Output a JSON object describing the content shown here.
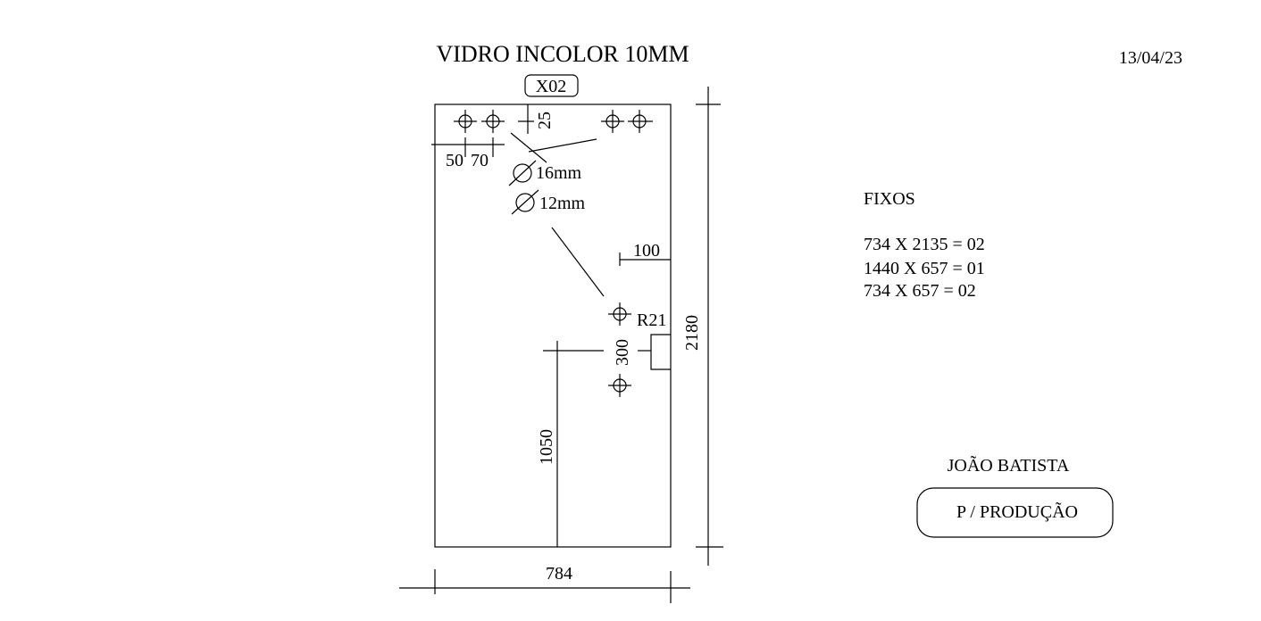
{
  "header": {
    "title": "VIDRO INCOLOR 10MM",
    "date": "13/04/23",
    "piece_tag": "X02"
  },
  "drawing": {
    "width_label": "784",
    "height_label": "2180",
    "hole_top_offset": "25",
    "hole_x_first": "50",
    "hole_x_second": "70",
    "hole_large_diameter": "16mm",
    "hole_small_diameter": "12mm",
    "hole_edge_offset": "100",
    "notch_radius": "R21",
    "hole_spacing": "300",
    "handle_height": "1050"
  },
  "fixos": {
    "heading": "FIXOS",
    "items": [
      "734 X 2135 = 02",
      "1440 X 657 = 01",
      "734 X 657 = 02"
    ]
  },
  "footer": {
    "client": "JOÃO BATISTA",
    "purpose": "P / PRODUÇÃO"
  }
}
